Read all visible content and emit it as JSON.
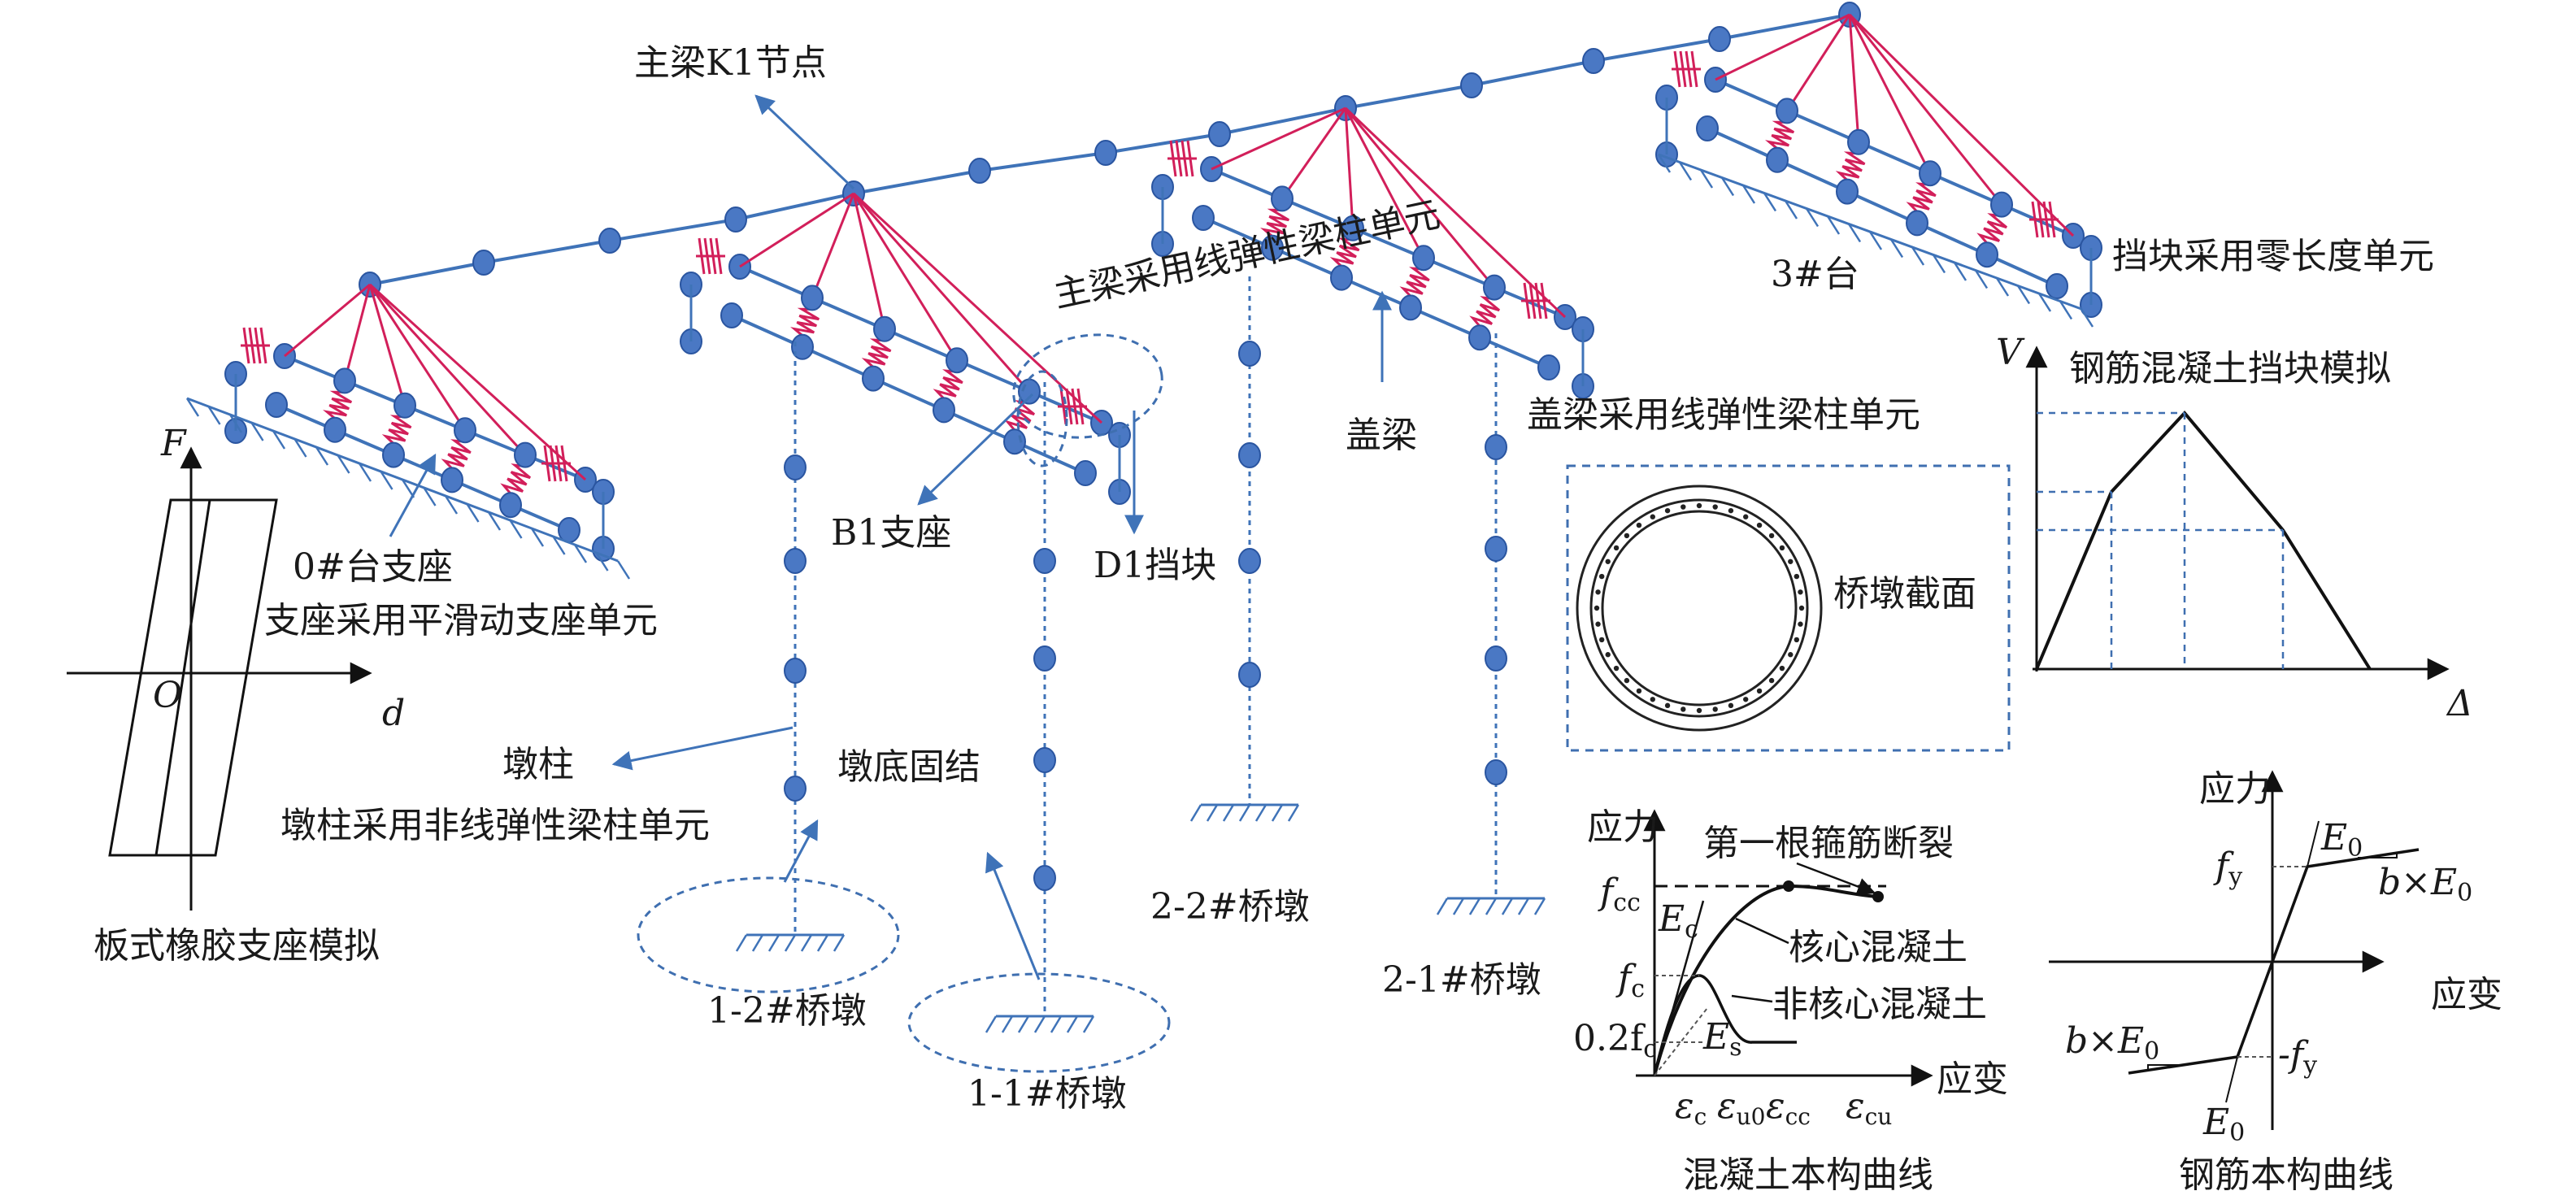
{
  "colors": {
    "beam": "#3f73b8",
    "node_fill": "#4a78c4",
    "node_stroke": "#2a55a0",
    "spring": "#d21f5a",
    "black": "#111111",
    "dashed_box": "#3f6fb0"
  },
  "labels": {
    "main_beam_node": "主梁K1节点",
    "main_beam_unit": "主梁采用线弹性梁柱单元",
    "abutment3": "3#台",
    "block_unit": "挡块采用零长度单元",
    "rc_block_model": "钢筋混凝土挡块模拟",
    "cap_beam": "盖梁",
    "cap_beam_unit": "盖梁采用线弹性梁柱单元",
    "pier_section": "桥墩截面",
    "bearing_b1": "B1支座",
    "block_d1": "D1挡块",
    "abutment0_bearing": "0#台支座",
    "bearing_unit": "支座采用平滑动支座单元",
    "pier_column": "墩柱",
    "pier_column_unit": "墩柱采用非线弹性梁柱单元",
    "pier_base_fixed": "墩底固结",
    "pier_1_2": "1-2#桥墩",
    "pier_1_1": "1-1#桥墩",
    "pier_2_2": "2-2#桥墩",
    "pier_2_1": "2-1#桥墩",
    "rubber_bearing": "板式橡胶支座模拟",
    "concrete_curve": "混凝土本构曲线",
    "steel_curve": "钢筋本构曲线"
  },
  "bearing_plot": {
    "axis_y": "F",
    "axis_x": "d",
    "origin": "O"
  },
  "block_plot": {
    "axis_y": "V",
    "axis_x": "Δ"
  },
  "concrete_plot": {
    "axis_y": "应力",
    "axis_x": "应变",
    "first_hoop_break": "第一根箍筋断裂",
    "core": "核心混凝土",
    "noncore": "非核心混凝土",
    "fcc": "f",
    "fcc_sub": "cc",
    "fc": "f",
    "fc_sub": "c",
    "f02": "0.2f",
    "f02_sub": "c",
    "Ec": "E",
    "Ec_sub": "c",
    "Es": "E",
    "Es_sub": "s",
    "eps": "ε",
    "ec_sub": "c",
    "eu0_sub": "u0",
    "ecc_sub": "cc",
    "ecu_sub": "cu"
  },
  "steel_plot": {
    "axis_y": "应力",
    "axis_x": "应变",
    "fy": "f",
    "fy_sub": "y",
    "nfy": "-f",
    "nfy_sub": "y",
    "E0": "E",
    "E0_sub": "0",
    "bE0_pre": "b×E",
    "bE0_sub": "0"
  }
}
